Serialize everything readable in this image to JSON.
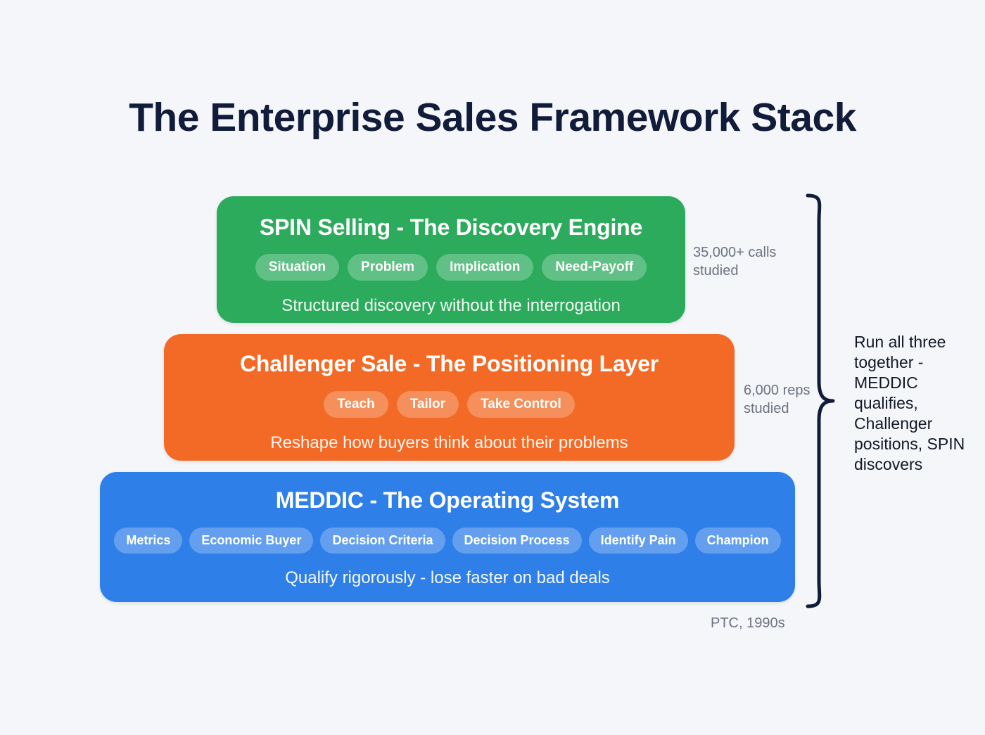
{
  "page": {
    "title": "The Enterprise Sales Framework Stack",
    "background_color": "#f4f6f9",
    "title_color": "#111c3a"
  },
  "diagram": {
    "type": "layered-stack",
    "brace_color": "#111c3a",
    "layers": [
      {
        "id": "spin",
        "title": "SPIN Selling - The Discovery Engine",
        "color": "#2cab5c",
        "chips": [
          "Situation",
          "Problem",
          "Implication",
          "Need-Payoff"
        ],
        "subtitle": "Structured discovery without the interrogation",
        "side_note": "35,000+ calls studied"
      },
      {
        "id": "challenger",
        "title": "Challenger Sale - The Positioning Layer",
        "color": "#f26a25",
        "chips": [
          "Teach",
          "Tailor",
          "Take Control"
        ],
        "subtitle": "Reshape how buyers think about their problems",
        "side_note": "6,000 reps studied"
      },
      {
        "id": "meddic",
        "title": "MEDDIC - The Operating System",
        "color": "#2f7fe8",
        "chips": [
          "Metrics",
          "Economic Buyer",
          "Decision Criteria",
          "Decision Process",
          "Identify Pain",
          "Champion"
        ],
        "subtitle": "Qualify rigorously - lose faster on bad deals",
        "side_note": "PTC, 1990s"
      }
    ],
    "conclusion": "Run all three together - MEDDIC qualifies, Challenger positions, SPIN discovers"
  }
}
